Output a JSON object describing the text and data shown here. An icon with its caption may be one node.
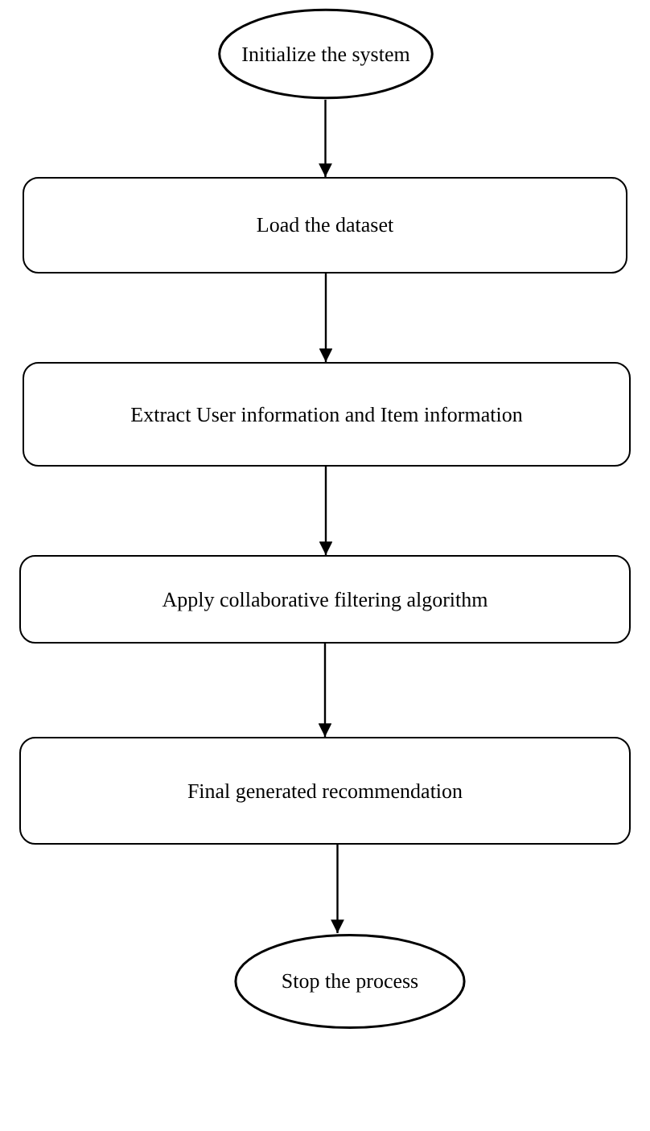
{
  "diagram": {
    "nodes": [
      {
        "text": [
          "Initialize the system"
        ]
      },
      {
        "text": [
          "Load the dataset"
        ]
      },
      {
        "text": [
          "Extract User information and Item information"
        ]
      },
      {
        "text": [
          "Apply collaborative filtering algorithm"
        ]
      },
      {
        "text": [
          "Final generated recommendation"
        ]
      },
      {
        "text": [
          "Stop the process"
        ]
      }
    ],
    "edges": [
      {
        "from": 0,
        "to": 1,
        "arrow": "to"
      },
      {
        "from": 1,
        "to": 2,
        "arrow": "to"
      },
      {
        "from": 2,
        "to": 3,
        "arrow": "to"
      },
      {
        "from": 3,
        "to": 4,
        "arrow": "to"
      },
      {
        "from": 4,
        "to": 5,
        "arrow": "to"
      }
    ]
  }
}
